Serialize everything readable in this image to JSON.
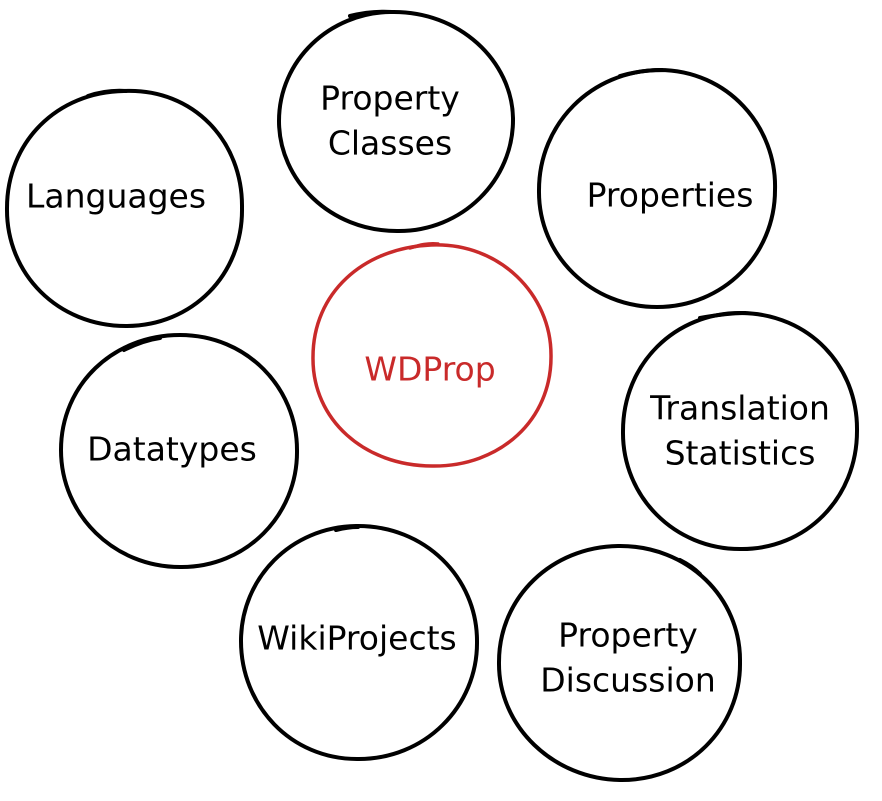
{
  "center": {
    "label": "WDProp",
    "color": "#c92a2a"
  },
  "nodes": {
    "property_classes": {
      "line1": "Property",
      "line2": "Classes"
    },
    "languages": {
      "line1": "Languages"
    },
    "properties": {
      "line1": "Properties"
    },
    "translation_statistics": {
      "line1": "Translation",
      "line2": "Statistics"
    },
    "datatypes": {
      "line1": "Datatypes"
    },
    "wikiprojects": {
      "line1": "WikiProjects"
    },
    "property_discussion": {
      "line1": "Property",
      "line2": "Discussion"
    }
  },
  "stroke_color": "#000000"
}
